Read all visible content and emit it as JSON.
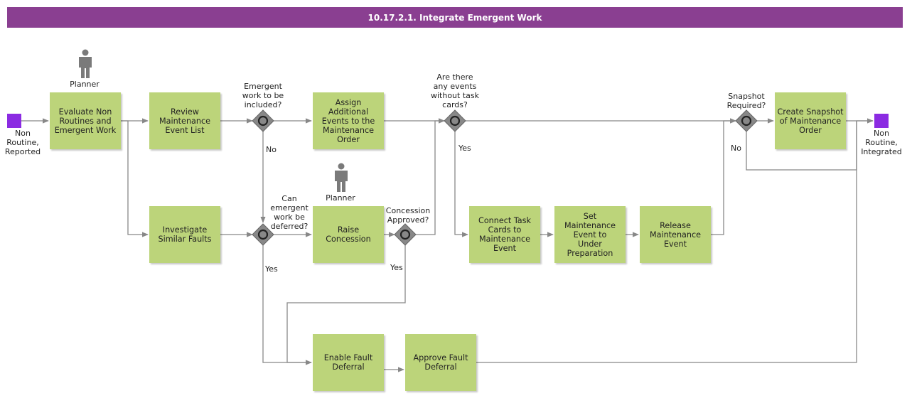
{
  "title": "10.17.2.1. Integrate Emergent Work",
  "colors": {
    "title_bar": "#8a3f91",
    "activity": "#bcd47a",
    "event": "#8b2be2",
    "gateway": "#888888",
    "flow": "#888888"
  },
  "roles": {
    "planner_1": "Planner",
    "planner_2": "Planner"
  },
  "events": {
    "start": "Non\nRoutine,\nReported",
    "end": "Non\nRoutine,\nIntegrated"
  },
  "activities": {
    "evaluate": "Evaluate Non\nRoutines and\nEmergent Work",
    "review": "Review\nMaintenance\nEvent List",
    "assign": "Assign Additional\nEvents to the\nMaintenance\nOrder",
    "snapshot": "Create Snapshot\nof Maintenance\nOrder",
    "investigate": "Investigate\nSimilar Faults",
    "raise": "Raise\nConcession",
    "connect": "Connect Task\nCards to\nMaintenance\nEvent",
    "set_event": "Set\nMaintenance\nEvent to\nUnder\nPreparation",
    "release": "Release\nMaintenance\nEvent",
    "enable": "Enable Fault\nDeferral",
    "approve": "Approve Fault\nDeferral"
  },
  "gateways": {
    "emergent": "Emergent\nwork to be\nincluded?",
    "events_without_cards": "Are there\nany events\nwithout task\ncards?",
    "snapshot_required": "Snapshot\nRequired?",
    "can_defer": "Can\nemergent\nwork be\ndeferred?",
    "concession": "Concession\nApproved?"
  },
  "flow_labels": {
    "emergent_no": "No",
    "events_yes": "Yes",
    "snapshot_no": "No",
    "defer_yes": "Yes",
    "concession_yes": "Yes"
  },
  "icons": {
    "role": "person-icon",
    "gateway": "exclusive-gateway-icon",
    "event": "event-square-icon"
  }
}
